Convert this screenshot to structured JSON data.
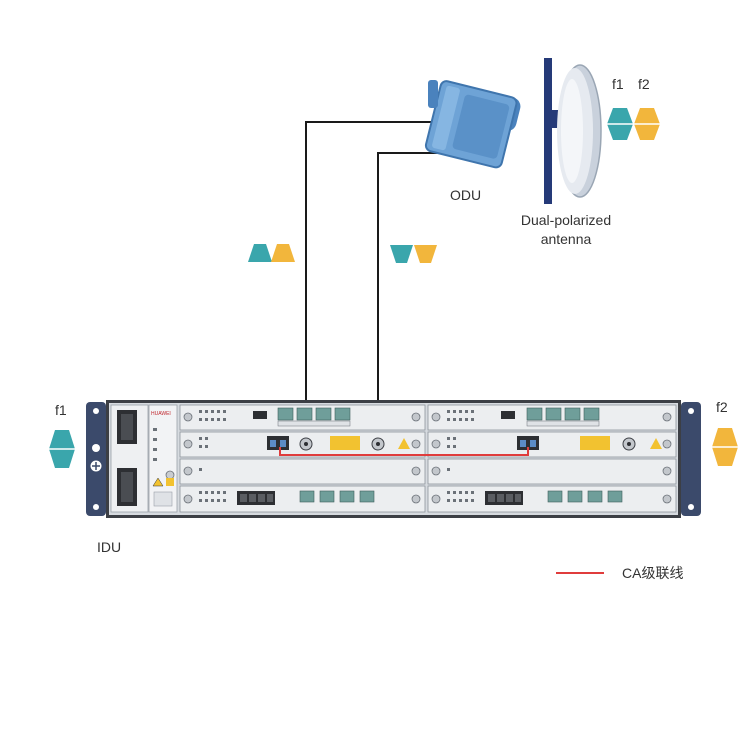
{
  "labels": {
    "odu": "ODU",
    "antenna_line1": "Dual-polarized",
    "antenna_line2": "antenna",
    "idu": "IDU",
    "f1_antenna": "f1",
    "f2_antenna": "f2",
    "f1_idu": "f1",
    "f2_idu": "f2",
    "legend": "CA级联线",
    "vendor": "HUAWEI"
  },
  "colors": {
    "teal": "#3aa6ac",
    "yellow": "#f2b63c",
    "cable": "#1a1a1a",
    "ca_cable": "#e03c3c",
    "odu_blue": "#5f98cf",
    "antenna_mount": "#253a78",
    "chassis": "#3b4a6b",
    "board": "#e9ecef",
    "port": "#6f9e9a"
  },
  "icons": {
    "signal_pair": "hexagon-pair-icon",
    "polarization_pair": "trapezoid-pair-icon"
  }
}
